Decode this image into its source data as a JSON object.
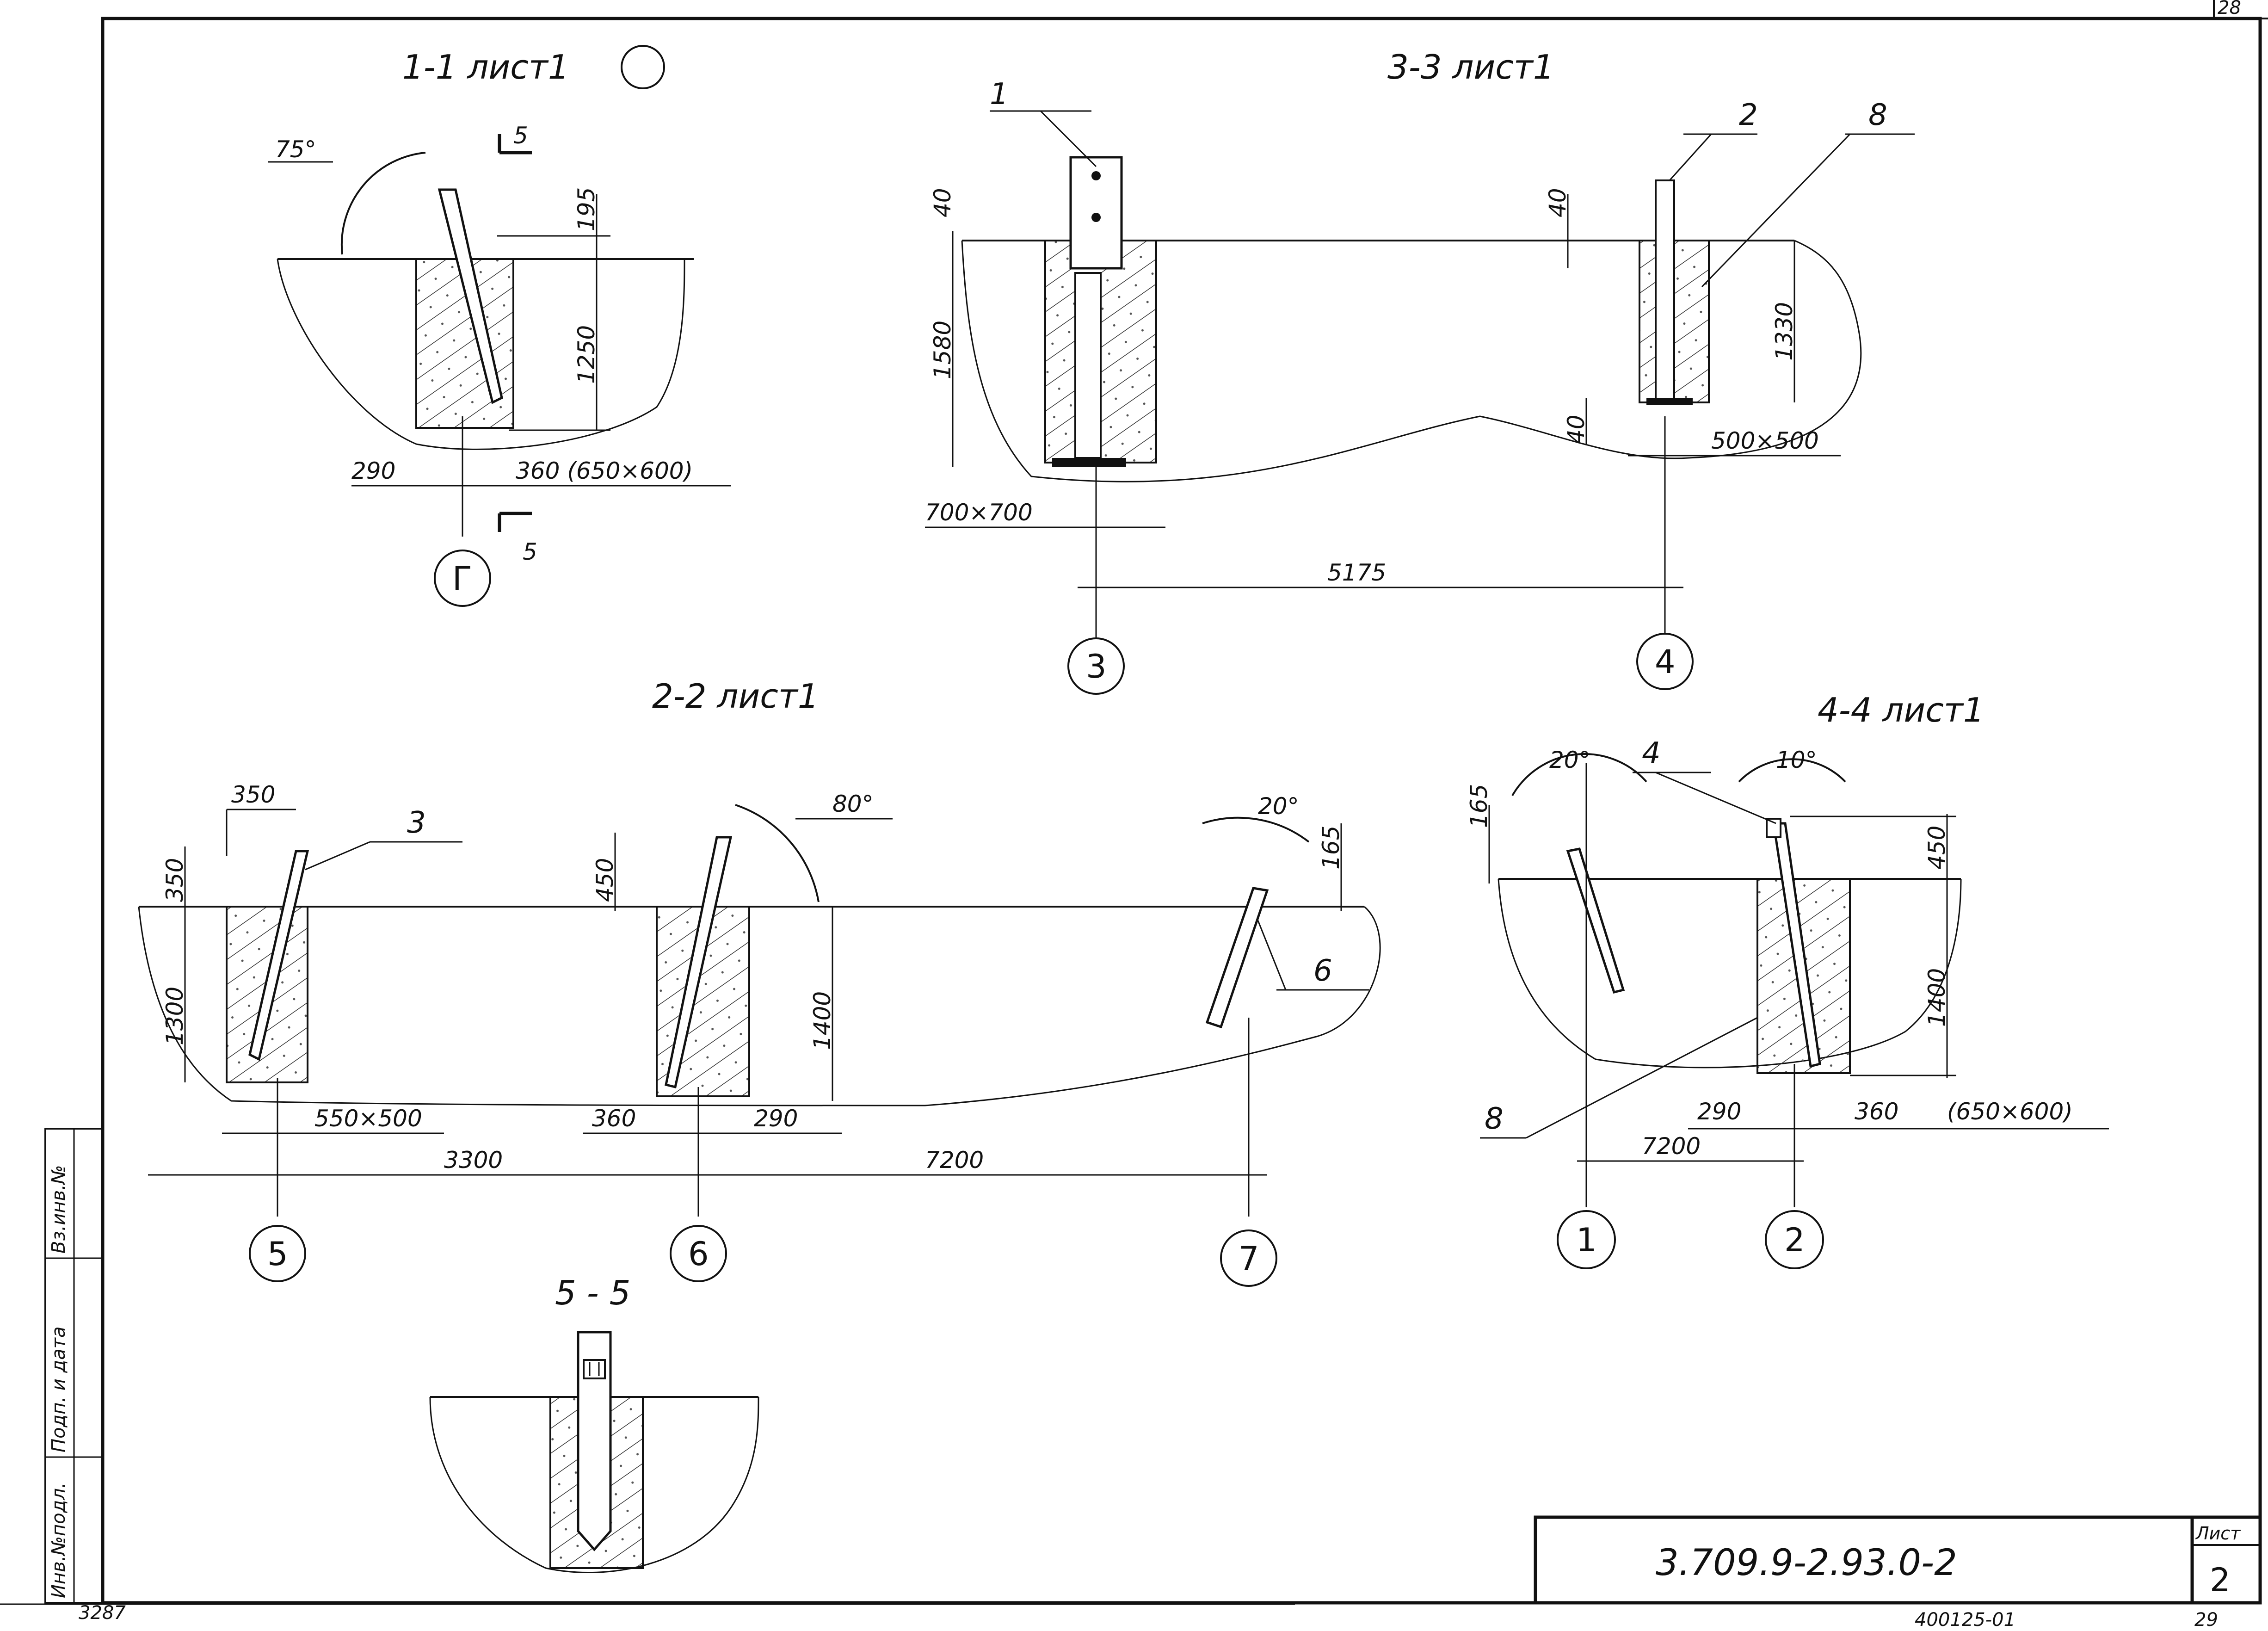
{
  "sheet": {
    "page_tag": "28",
    "code": "3.709.9-2.93.0-2",
    "sheet_label": "Лист",
    "sheet_number": "2",
    "archive_number": "400125-01",
    "bottom_page": "29",
    "bottom_left_note": "3287",
    "stamp_col1": "Инв.№подл.",
    "stamp_col2": "Подп. и дата",
    "stamp_col3": "Вз.инв.№"
  },
  "section_1_1": {
    "title": "1-1 лист1",
    "angle": "75°",
    "cut_mark": "5",
    "dim_top": "195",
    "dim_depth": "1250",
    "dim_left": "290",
    "dim_right": "360 (650×600)",
    "axis": "Г"
  },
  "section_3_3": {
    "title": "3-3 лист1",
    "marker_1": "1",
    "marker_2": "2",
    "marker_8": "8",
    "dim_40_left": "40",
    "dim_1580": "1580",
    "dim_700": "700×700",
    "dim_40_right": "40",
    "dim_1330": "1330",
    "dim_40_bottom": "40",
    "dim_500": "500×500",
    "dim_span": "5175",
    "axis_3": "3",
    "axis_4": "4"
  },
  "section_2_2": {
    "title": "2-2 лист1",
    "dim_350_top": "350",
    "dim_350_side": "350",
    "dim_1300": "1300",
    "marker_3": "3",
    "dim_550": "550×500",
    "dim_450": "450",
    "angle_80": "80°",
    "dim_1400": "1400",
    "dim_360": "360",
    "dim_290": "290",
    "angle_20": "20°",
    "dim_165": "165",
    "marker_6": "6",
    "dim_3300": "3300",
    "dim_7200": "7200",
    "axis_5": "5",
    "axis_6": "6",
    "axis_7": "7"
  },
  "section_4_4": {
    "title": "4-4 лист1",
    "angle_20": "20°",
    "marker_4": "4",
    "angle_10": "10°",
    "dim_165": "165",
    "dim_450": "450",
    "dim_1400": "1400",
    "marker_8": "8",
    "dim_290": "290",
    "dim_360": "360",
    "dim_650": "(650×600)",
    "dim_7200": "7200",
    "axis_1": "1",
    "axis_2": "2"
  },
  "section_5_5": {
    "title": "5 - 5"
  }
}
